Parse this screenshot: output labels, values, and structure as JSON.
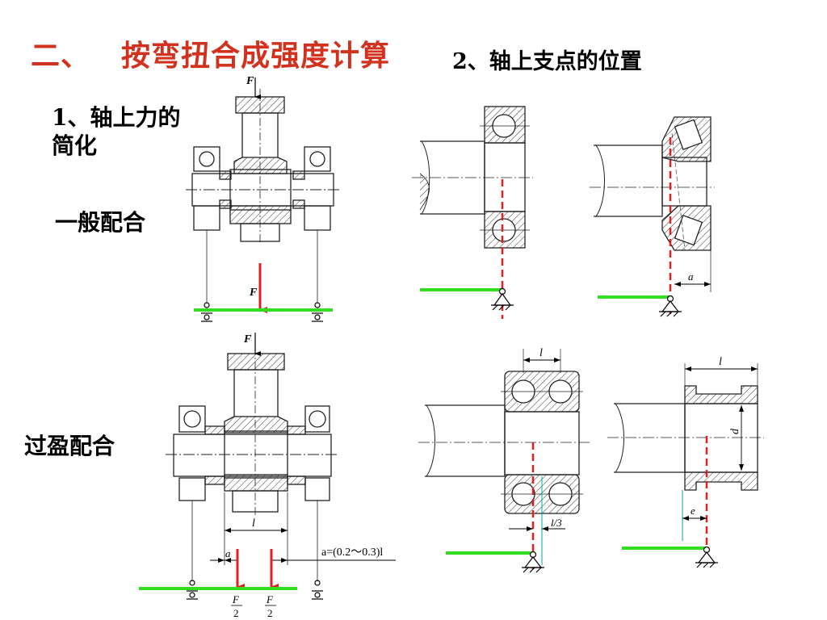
{
  "title": {
    "number": "二、",
    "text": "按弯扭合成强度计算"
  },
  "section_force": "1、轴上力的简化",
  "section_support": "2、轴上支点的位置",
  "fit_general": "一般配合",
  "fit_interference": "过盈配合",
  "labels": {
    "force_F": "F",
    "length_l": "l",
    "offset_a": "a",
    "formula_a": "a=(0.2～0.3)l",
    "half_F_num": "F",
    "half_F_den": "2",
    "third_l": "l/3",
    "diameter_d": "d",
    "offset_e": "e"
  },
  "colors": {
    "title": "#d2311e",
    "force_arrow": "#e02020",
    "beam": "#33dd22",
    "support_line": "#e02020",
    "thin_line": "#00a9a0"
  }
}
